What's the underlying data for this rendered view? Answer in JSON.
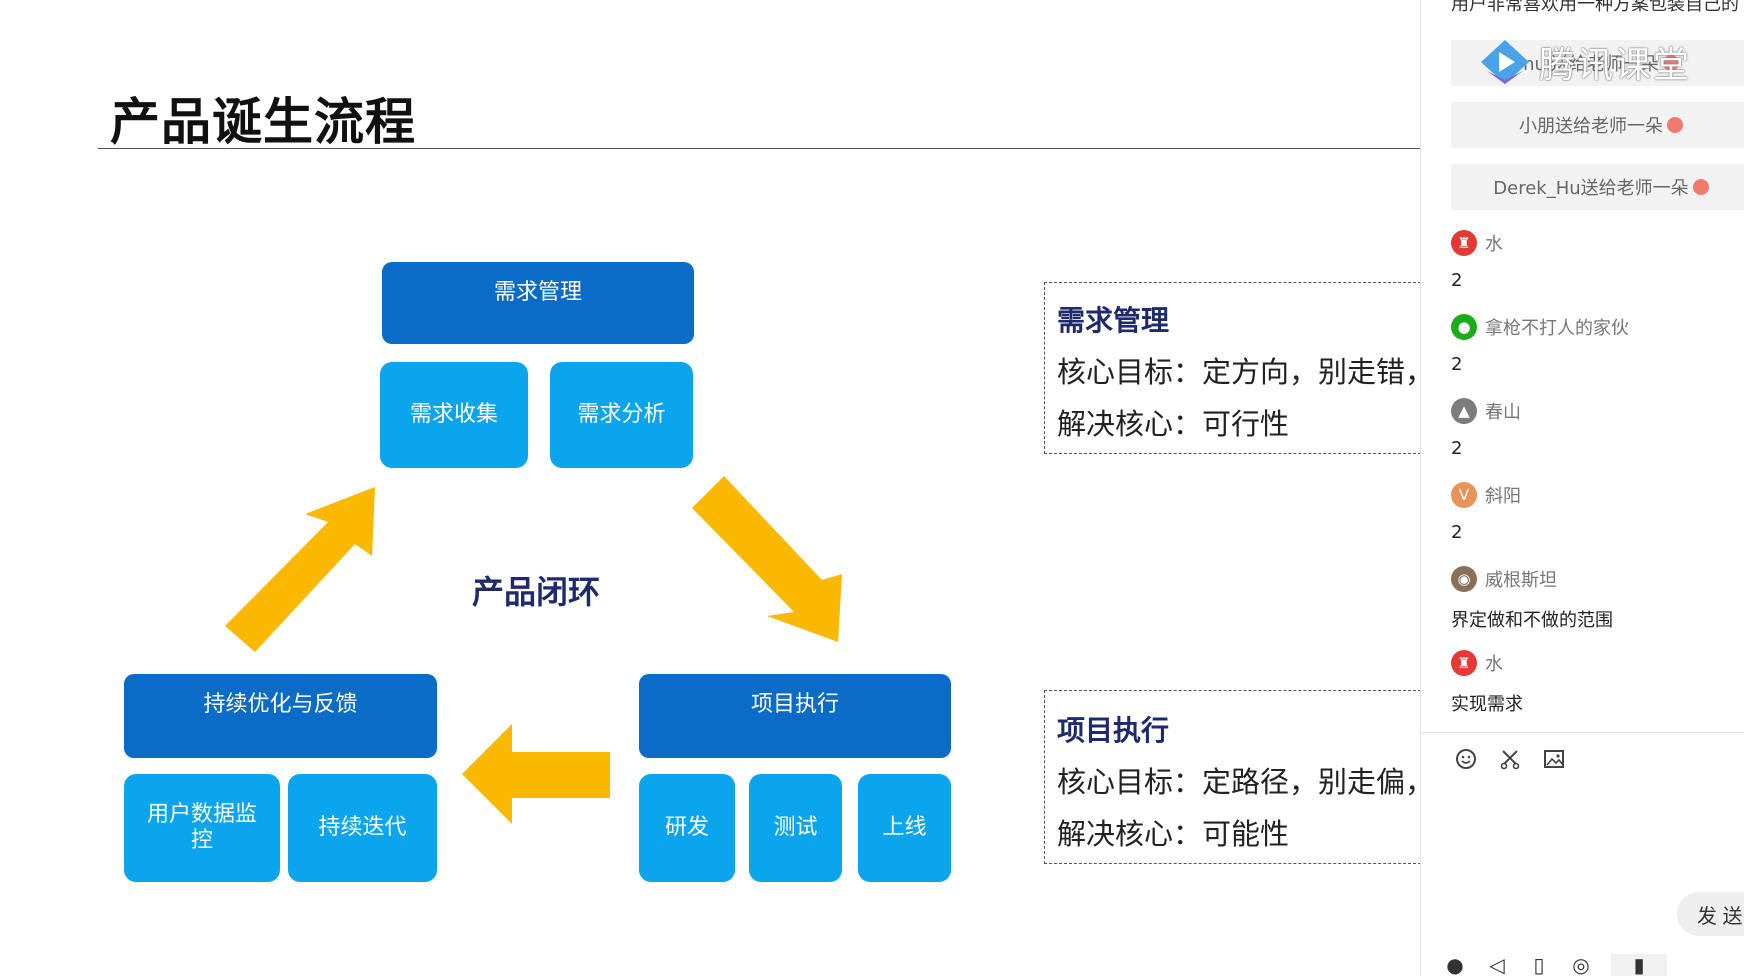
{
  "slide": {
    "title": "产品诞生流程",
    "center_label": "产品闭环",
    "groups": {
      "demand": {
        "header": "需求管理",
        "items": [
          "需求收集",
          "需求分析"
        ]
      },
      "execution": {
        "header": "项目执行",
        "items": [
          "研发",
          "测试",
          "上线"
        ]
      },
      "optimize": {
        "header": "持续优化与反馈",
        "items": [
          "用户数据监控",
          "持续迭代"
        ]
      }
    },
    "info_boxes": [
      {
        "title": "需求管理",
        "goal": "核心目标：定方向，别走错，",
        "solve": "解决核心：可行性"
      },
      {
        "title": "项目执行",
        "goal": "核心目标：定路径，别走偏，",
        "solve": "解决核心：可能性"
      }
    ],
    "colors": {
      "dark_box": "#0a6cc7",
      "light_box": "#0aa5ec",
      "arrow": "#fbb800",
      "title_navy": "#1f2a6d"
    }
  },
  "chat": {
    "top_partial_text": "用户非常喜欢用一种方案包装自己的",
    "watermark": "腾讯课堂",
    "gifts": [
      "nui送给老师一朵",
      "小朋送给老师一朵",
      "Derek_Hu送给老师一朵"
    ],
    "messages": [
      {
        "user": "水",
        "text": "2",
        "avatar": "mario-avatar-icon"
      },
      {
        "user": "拿枪不打人的家伙",
        "text": "2",
        "avatar": "wechat-avatar-icon"
      },
      {
        "user": "春山",
        "text": "2",
        "avatar": "landscape-avatar-icon"
      },
      {
        "user": "斜阳",
        "text": "2",
        "avatar_letter": "V"
      },
      {
        "user": "威根斯坦",
        "text": "界定做和不做的范围",
        "avatar": "photo-avatar-icon"
      },
      {
        "user": "水",
        "text": "实现需求",
        "avatar": "mario-avatar-icon"
      }
    ],
    "send_label": "发 送",
    "toolbar": [
      "emoji-icon",
      "scissors-icon",
      "image-icon"
    ]
  }
}
